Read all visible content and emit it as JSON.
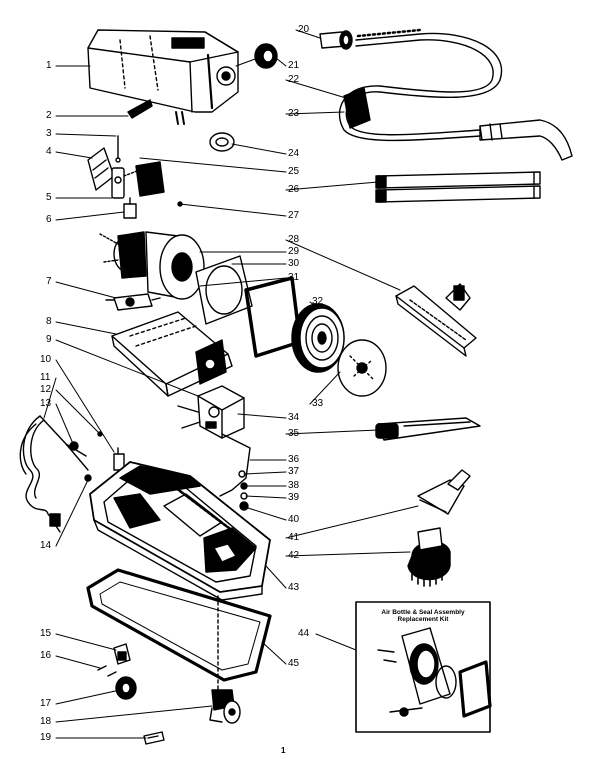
{
  "diagram": {
    "callouts": [
      "1",
      "2",
      "3",
      "4",
      "5",
      "6",
      "7",
      "8",
      "9",
      "10",
      "11",
      "12",
      "13",
      "14",
      "15",
      "16",
      "17",
      "18",
      "19",
      "20",
      "21",
      "22",
      "23",
      "24",
      "25",
      "26",
      "27",
      "28",
      "29",
      "30",
      "31",
      "32",
      "33",
      "34",
      "35",
      "36",
      "37",
      "38",
      "39",
      "40",
      "41",
      "42",
      "43",
      "44",
      "45"
    ],
    "kit_box": {
      "title_line1": "Air Bottle & Seal Assembly",
      "title_line2": "Replacement Kit"
    },
    "page_number": "1"
  }
}
